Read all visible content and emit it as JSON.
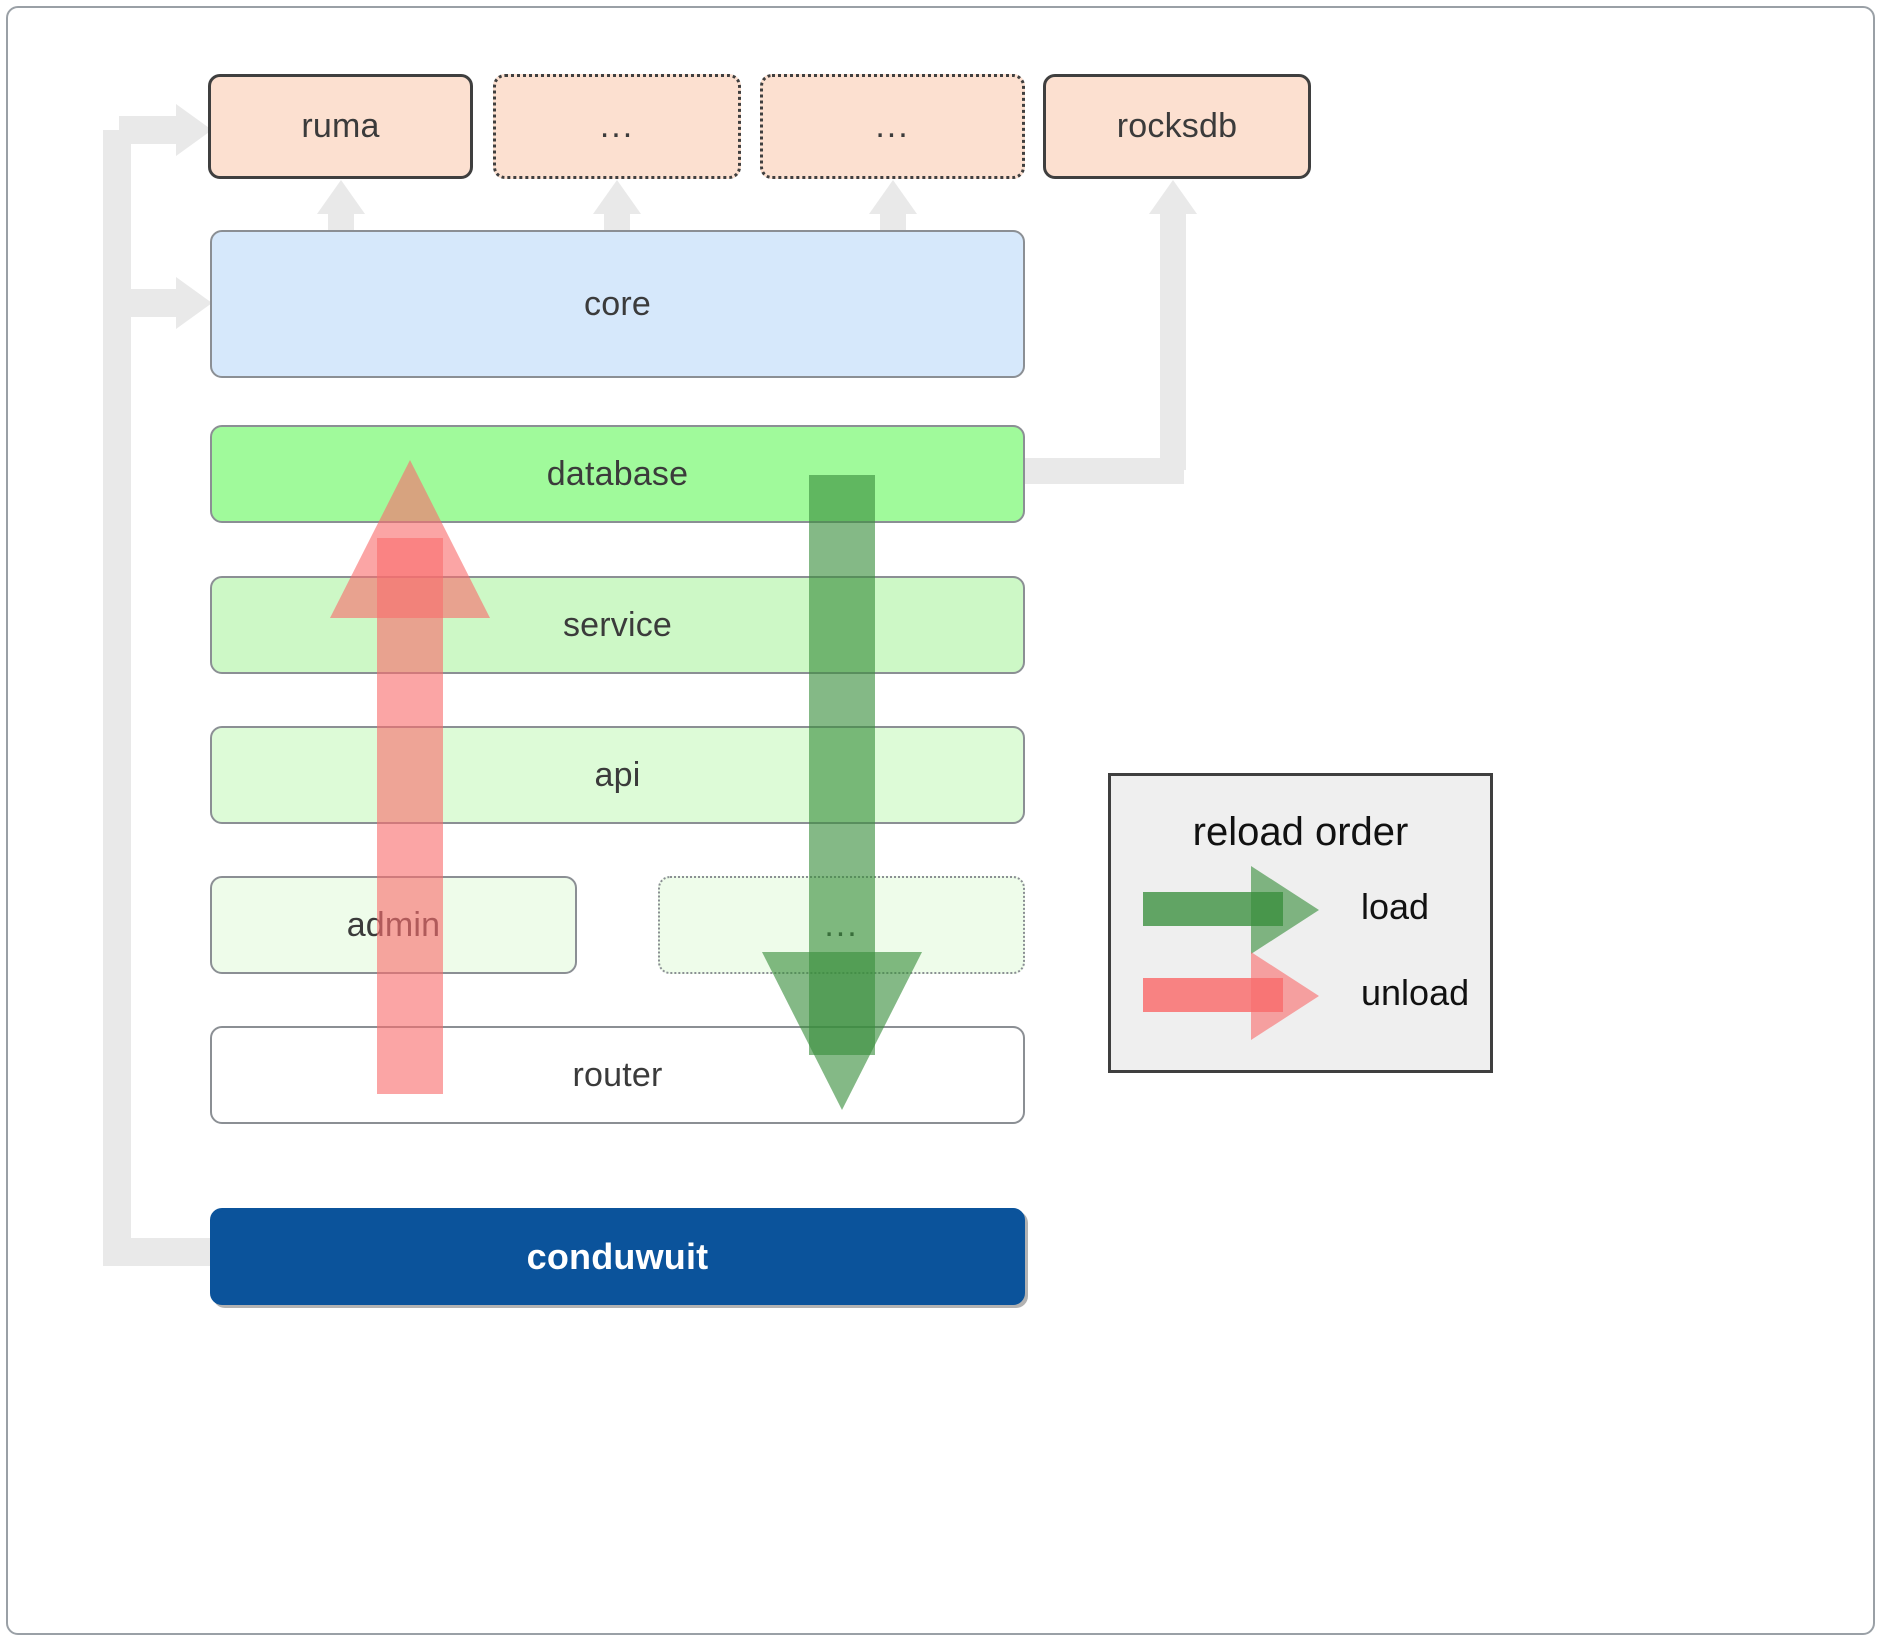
{
  "diagram": {
    "title": "conduwuit crate dependency / reload order diagram",
    "colors": {
      "dependency_fill": "#fce0d0",
      "core_fill": "#d6e8fb",
      "database_fill": "#a0fa9b",
      "service_fill": "#cdf8c6",
      "api_fill": "#ddfbd7",
      "admin_fill": "#eefcea",
      "router_fill": "#ffffff",
      "root_fill": "#0b539b",
      "connector_gray": "#e9e9e9",
      "load_green": "#4caf50",
      "unload_red": "#f98080",
      "legend_bg": "#efefef"
    },
    "external_nodes": [
      {
        "label": "ruma",
        "style": "solid"
      },
      {
        "label": "...",
        "style": "dotted"
      },
      {
        "label": "...",
        "style": "dotted"
      },
      {
        "label": "rocksdb",
        "style": "solid"
      }
    ],
    "core_node": {
      "label": "core"
    },
    "stack": [
      {
        "label": "database"
      },
      {
        "label": "service"
      },
      {
        "label": "api"
      }
    ],
    "split_row": [
      {
        "label": "admin",
        "style": "grayline"
      },
      {
        "label": "...",
        "style": "graydotted"
      }
    ],
    "router_node": {
      "label": "router"
    },
    "root_node": {
      "label": "conduwuit"
    }
  },
  "legend": {
    "title": "reload order",
    "items": [
      {
        "label": "load",
        "color": "#4caf50"
      },
      {
        "label": "unload",
        "color": "#f98080"
      }
    ]
  }
}
